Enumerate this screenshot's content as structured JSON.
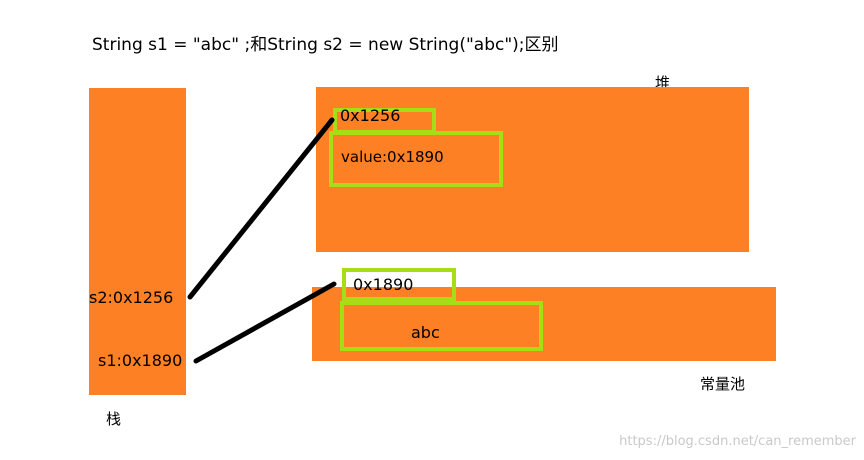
{
  "title": "String s1 = \"abc\" ;和String s2 = new String(\"abc\");区别",
  "stack": {
    "label": "栈",
    "s2": "s2:0x1256",
    "s1": "s1:0x1890"
  },
  "heap": {
    "label": "堆",
    "address": "0x1256",
    "value": "value:0x1890"
  },
  "pool": {
    "label": "常量池",
    "address": "0x1890",
    "value": "abc"
  },
  "watermark": "https://blog.csdn.net/can_remember",
  "colors": {
    "block": "#fd8024",
    "highlight": "#a6dd17",
    "arrow": "#000000"
  }
}
